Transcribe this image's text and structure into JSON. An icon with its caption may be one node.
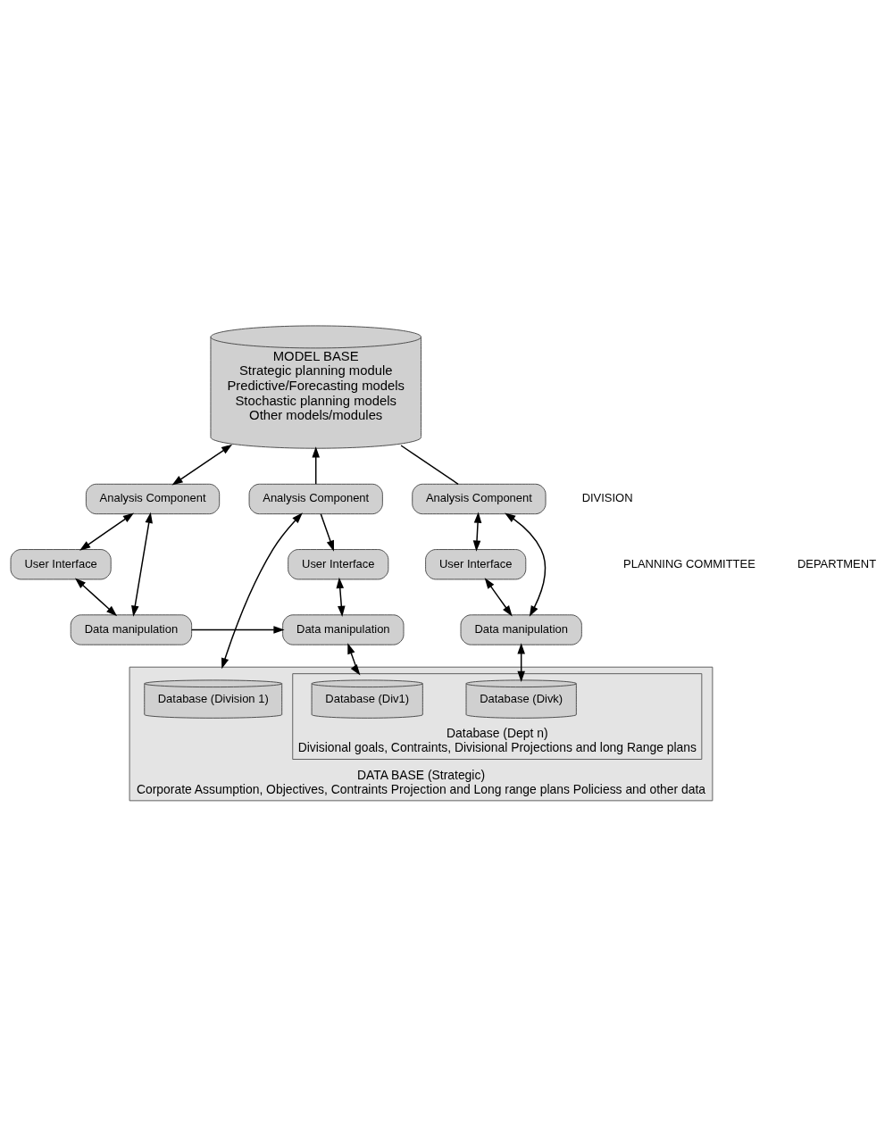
{
  "diagram": {
    "nodes": [
      {
        "text": [
          "MODEL BASE",
          "Strategic planning module",
          "Predictive/Forecasting models",
          "Stochastic planning models",
          "Other models/modules"
        ]
      },
      {
        "text": [
          "Analysis Component"
        ]
      },
      {
        "text": [
          "User Interface"
        ]
      },
      {
        "text": [
          "Data manipulation"
        ]
      },
      {
        "text": [
          "Analysis Component"
        ]
      },
      {
        "text": [
          "User Interface"
        ]
      },
      {
        "text": [
          "Data manipulation"
        ]
      },
      {
        "text": [
          "Analysis Component"
        ]
      },
      {
        "text": [
          "User Interface"
        ]
      },
      {
        "text": [
          "Data manipulation"
        ]
      },
      {
        "text": [
          "DATA BASE (Strategic)",
          "Corporate Assumption, Objectives, Contraints Projection and Long range plans Policiess and other data"
        ]
      },
      {
        "text": [
          "Database (Division 1)"
        ],
        "in": 10
      },
      {
        "text": [
          "Database (Dept n)",
          "Divisional goals, Contraints, Divisional Projections and long Range plans"
        ],
        "in": 10
      },
      {
        "text": [
          "Database (Div1)"
        ],
        "in": 12
      },
      {
        "text": [
          "Database (Divk)"
        ],
        "in": 12
      }
    ],
    "edges": [
      {
        "from": 1,
        "to": 0,
        "arrow": "both"
      },
      {
        "from": 4,
        "to": 0,
        "arrow": "to"
      },
      {
        "from": 0,
        "to": 7,
        "arrow": "none"
      },
      {
        "from": 1,
        "to": 2,
        "arrow": "both"
      },
      {
        "from": 2,
        "to": 3,
        "arrow": "both"
      },
      {
        "from": 3,
        "to": 1,
        "arrow": "both"
      },
      {
        "from": 3,
        "to": 6,
        "arrow": "to"
      },
      {
        "from": 4,
        "to": 5,
        "arrow": "to"
      },
      {
        "from": 5,
        "to": 6,
        "arrow": "both"
      },
      {
        "from": 4,
        "to": 10,
        "arrow": "both"
      },
      {
        "from": 6,
        "to": 12,
        "arrow": "both"
      },
      {
        "from": 7,
        "to": 8,
        "arrow": "both"
      },
      {
        "from": 8,
        "to": 9,
        "arrow": "both"
      },
      {
        "from": 9,
        "to": 7,
        "arrow": "both"
      },
      {
        "from": 9,
        "to": 14,
        "arrow": "both"
      }
    ],
    "labels": [
      "DIVISION",
      "PLANNING COMMITTEE",
      "DEPARTMENT"
    ]
  }
}
